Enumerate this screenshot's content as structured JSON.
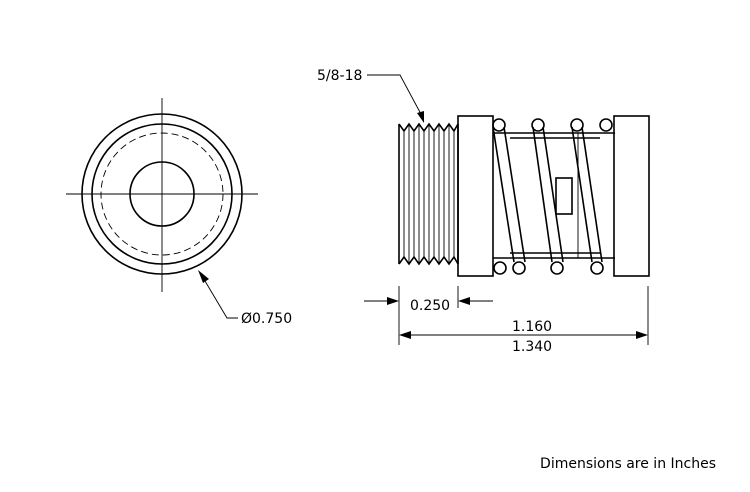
{
  "callouts": {
    "thread": "5/8-18",
    "diameter": "Ø0.750",
    "thread_length": "0.250",
    "body_length": "1.160",
    "overall_length": "1.340"
  },
  "footer": {
    "note": "Dimensions are in Inches"
  }
}
